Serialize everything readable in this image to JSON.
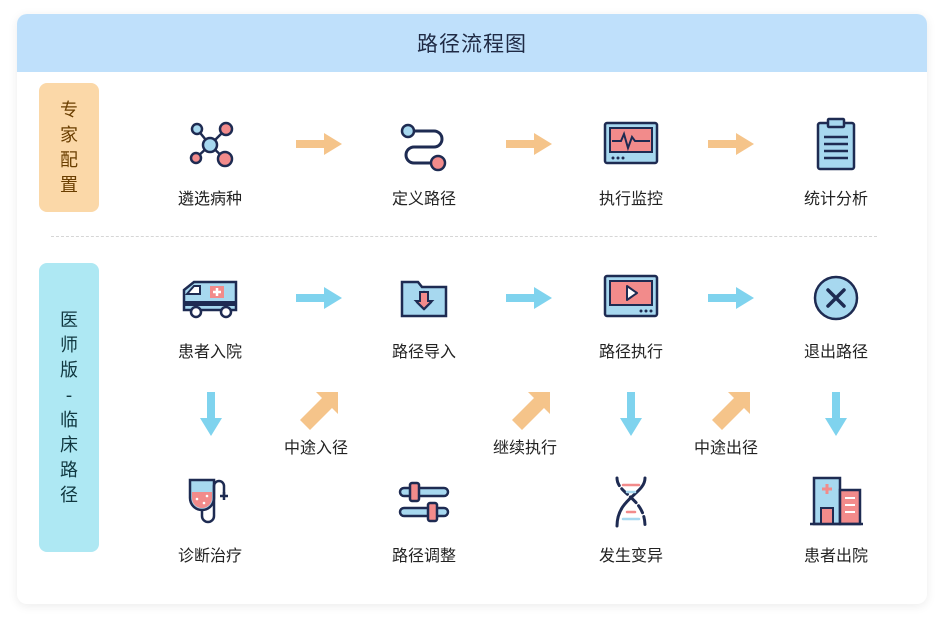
{
  "title": "路径流程图",
  "sections": {
    "expert": "专家配置",
    "doctor": "医师版-临床路径"
  },
  "expert_steps": [
    "遴选病种",
    "定义路径",
    "执行监控",
    "统计分析"
  ],
  "doctor_top": [
    "患者入院",
    "路径导入",
    "路径执行",
    "退出路径"
  ],
  "doctor_bottom": [
    "诊断治疗",
    "路径调整",
    "发生变异",
    "患者出院"
  ],
  "flow_labels": [
    "中途入径",
    "继续执行",
    "中途出径"
  ],
  "colors": {
    "header_bg": "#bfe0fb",
    "expert_bg": "#fbd8a8",
    "doctor_bg": "#aee8f3",
    "orange_arrow": "#f5c48a",
    "blue_arrow": "#7fd3ee",
    "icon_navy": "#1e2b52",
    "icon_pink": "#f28b8b",
    "icon_blue": "#a7d8ef"
  },
  "icons": {
    "expert": [
      "network-icon",
      "route-icon",
      "monitor-heartbeat-icon",
      "clipboard-icon"
    ],
    "doctor_top": [
      "ambulance-icon",
      "folder-import-icon",
      "video-play-icon",
      "close-circle-icon"
    ],
    "doctor_bottom": [
      "iv-drip-icon",
      "sliders-icon",
      "dna-icon",
      "hospital-icon"
    ]
  }
}
